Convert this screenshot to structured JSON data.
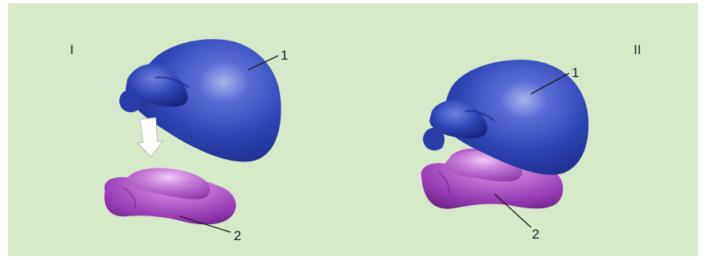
{
  "figure": {
    "panels": [
      {
        "roman_label": "I",
        "labels": [
          "1",
          "2"
        ],
        "state": "separated"
      },
      {
        "roman_label": "II",
        "labels": [
          "1",
          "2"
        ],
        "state": "assembled"
      }
    ],
    "colors": {
      "background": "#d6e9c9",
      "large_subunit": "#2e44b4",
      "small_subunit": "#9a3cb6",
      "arrow": "#ffffff"
    }
  }
}
